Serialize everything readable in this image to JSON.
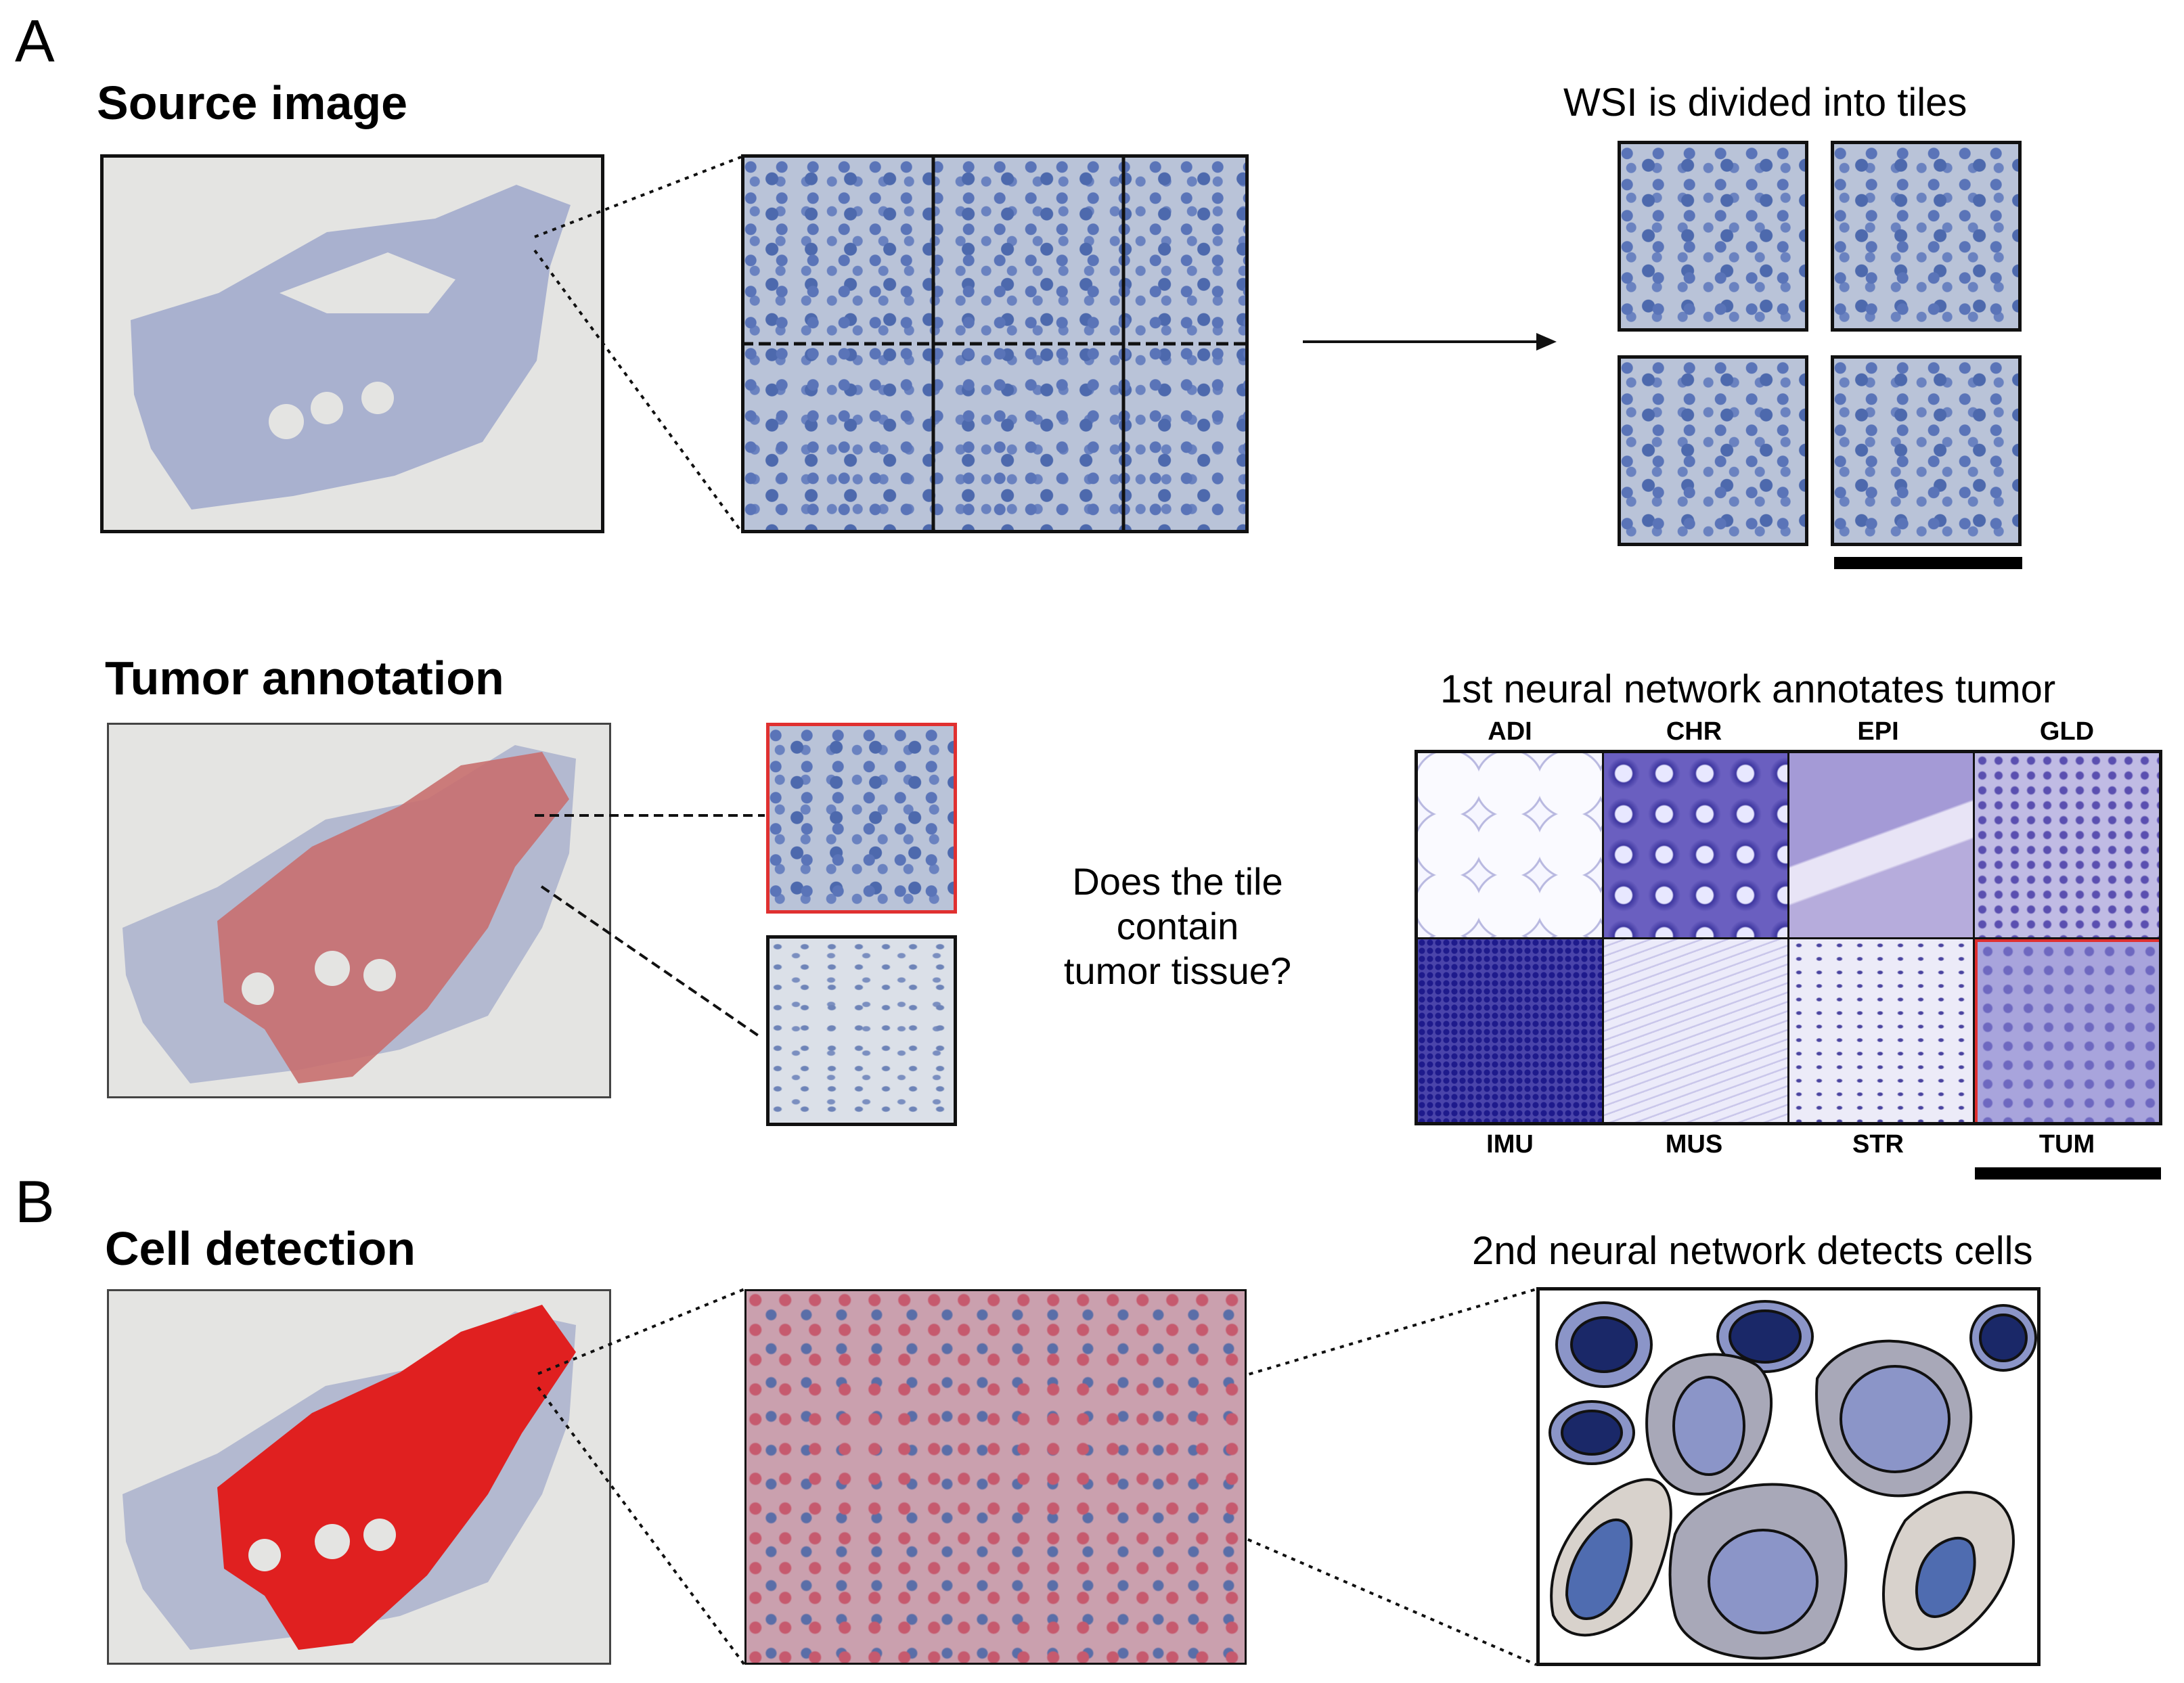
{
  "panels": {
    "a_label": "A",
    "b_label": "B"
  },
  "section_titles": {
    "source_image": "Source image",
    "tumor_annotation": "Tumor annotation",
    "cell_detection": "Cell detection"
  },
  "captions": {
    "tiles": "WSI is divided into tiles",
    "nn1": "1st neural network annotates tumor",
    "nn2": "2nd neural network detects cells"
  },
  "question": {
    "line1": "Does the tile",
    "line2": "contain",
    "line3": "tumor tissue?"
  },
  "tissue_classes": {
    "top": [
      "ADI",
      "CHR",
      "EPI",
      "GLD"
    ],
    "bottom": [
      "IMU",
      "MUS",
      "STR",
      "TUM"
    ]
  },
  "colors": {
    "tumor_highlight": "#e03030",
    "annotation_overlay": "#c86f6f",
    "cell_dark": "#1a2868",
    "cell_mid": "#8b95c8",
    "cell_gray": "#a8a8b8",
    "cell_beige": "#d8d2cc",
    "cell_blue": "#4f6cb0"
  }
}
